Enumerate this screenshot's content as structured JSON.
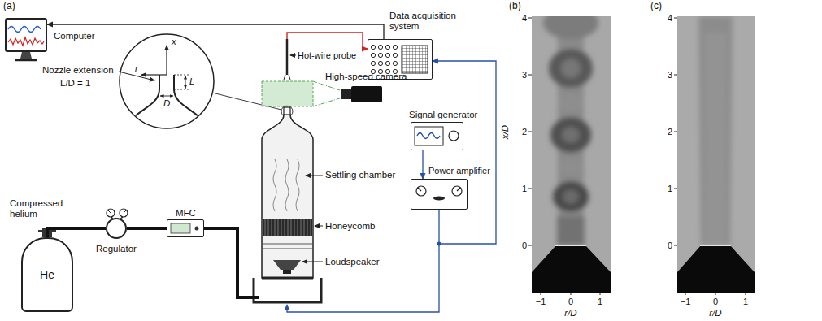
{
  "diagram": {
    "nodes": [
      {
        "text": [
          "Computer"
        ]
      },
      {
        "text": [
          "Data acquisition system"
        ]
      },
      {
        "text": [
          "Signal generator"
        ]
      },
      {
        "text": [
          "Power amplifier"
        ]
      },
      {
        "text": [
          "He"
        ]
      },
      {
        "text": [
          "Regulator"
        ]
      },
      {
        "text": [
          "MFC"
        ]
      }
    ],
    "edges": [
      {
        "from": 1,
        "to": 0,
        "arrow": "to"
      },
      {
        "from": 2,
        "to": 3,
        "arrow": "to"
      },
      {
        "from": 3,
        "to": 1,
        "arrow": "to"
      },
      {
        "from": 4,
        "to": 5,
        "arrow": "none"
      },
      {
        "from": 5,
        "to": 6,
        "arrow": "none"
      }
    ],
    "labels": [
      "(a)",
      "Compressed helium",
      "x",
      "r",
      "L",
      "D",
      "Nozzle extension",
      "L/D = 1",
      "Hot-wire probe",
      "High-speed camera",
      "Settling chamber",
      "Honeycomb",
      "Loudspeaker",
      "(b)",
      "4",
      "3",
      "2",
      "1",
      "0",
      "x/D",
      "−1",
      "0",
      "1",
      "r/D",
      "(c)",
      "4",
      "3",
      "2",
      "1",
      "0",
      "−1",
      "0",
      "1",
      "r/D"
    ]
  }
}
